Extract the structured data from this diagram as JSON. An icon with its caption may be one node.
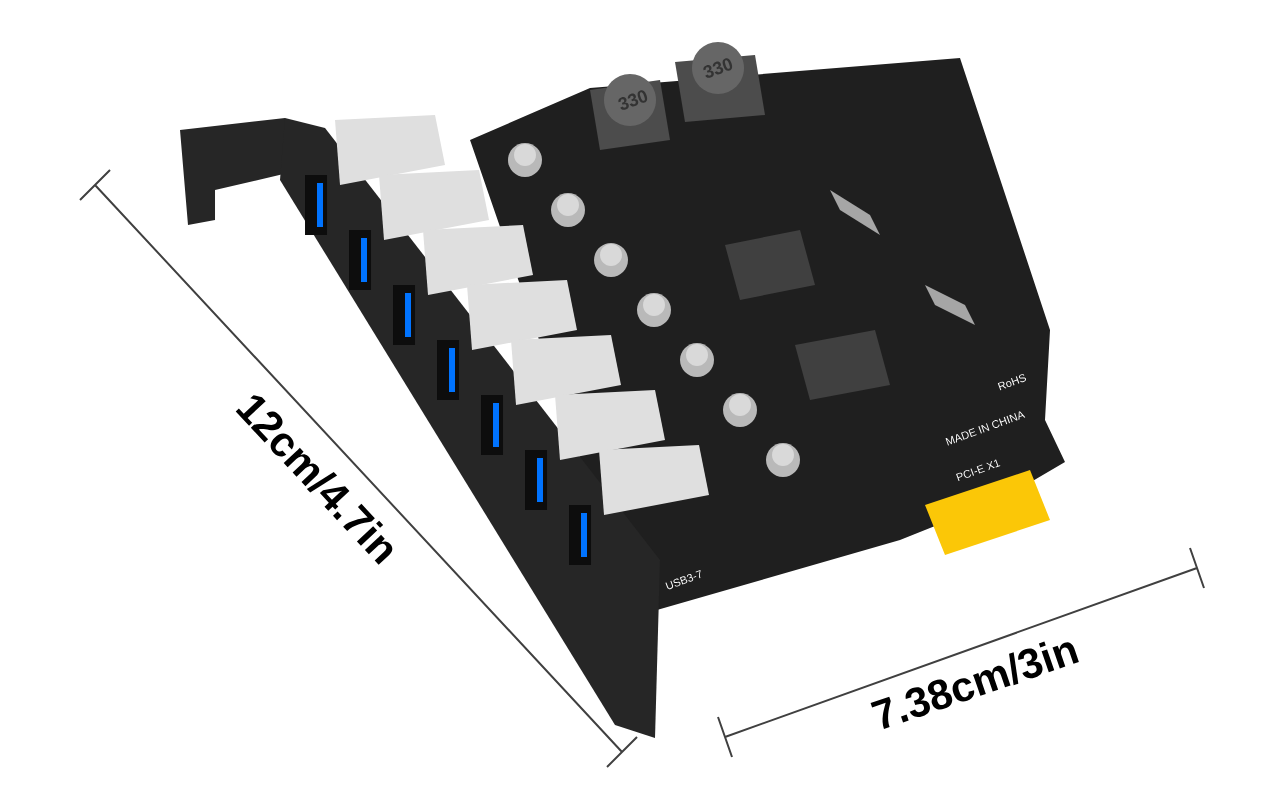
{
  "diagram": {
    "labels": [
      "330",
      "330",
      "RoHS",
      "MADE IN CHINA",
      "PCI-E X1",
      "USB3-7",
      "12cm/4.7in",
      "7.38cm/3in"
    ]
  }
}
